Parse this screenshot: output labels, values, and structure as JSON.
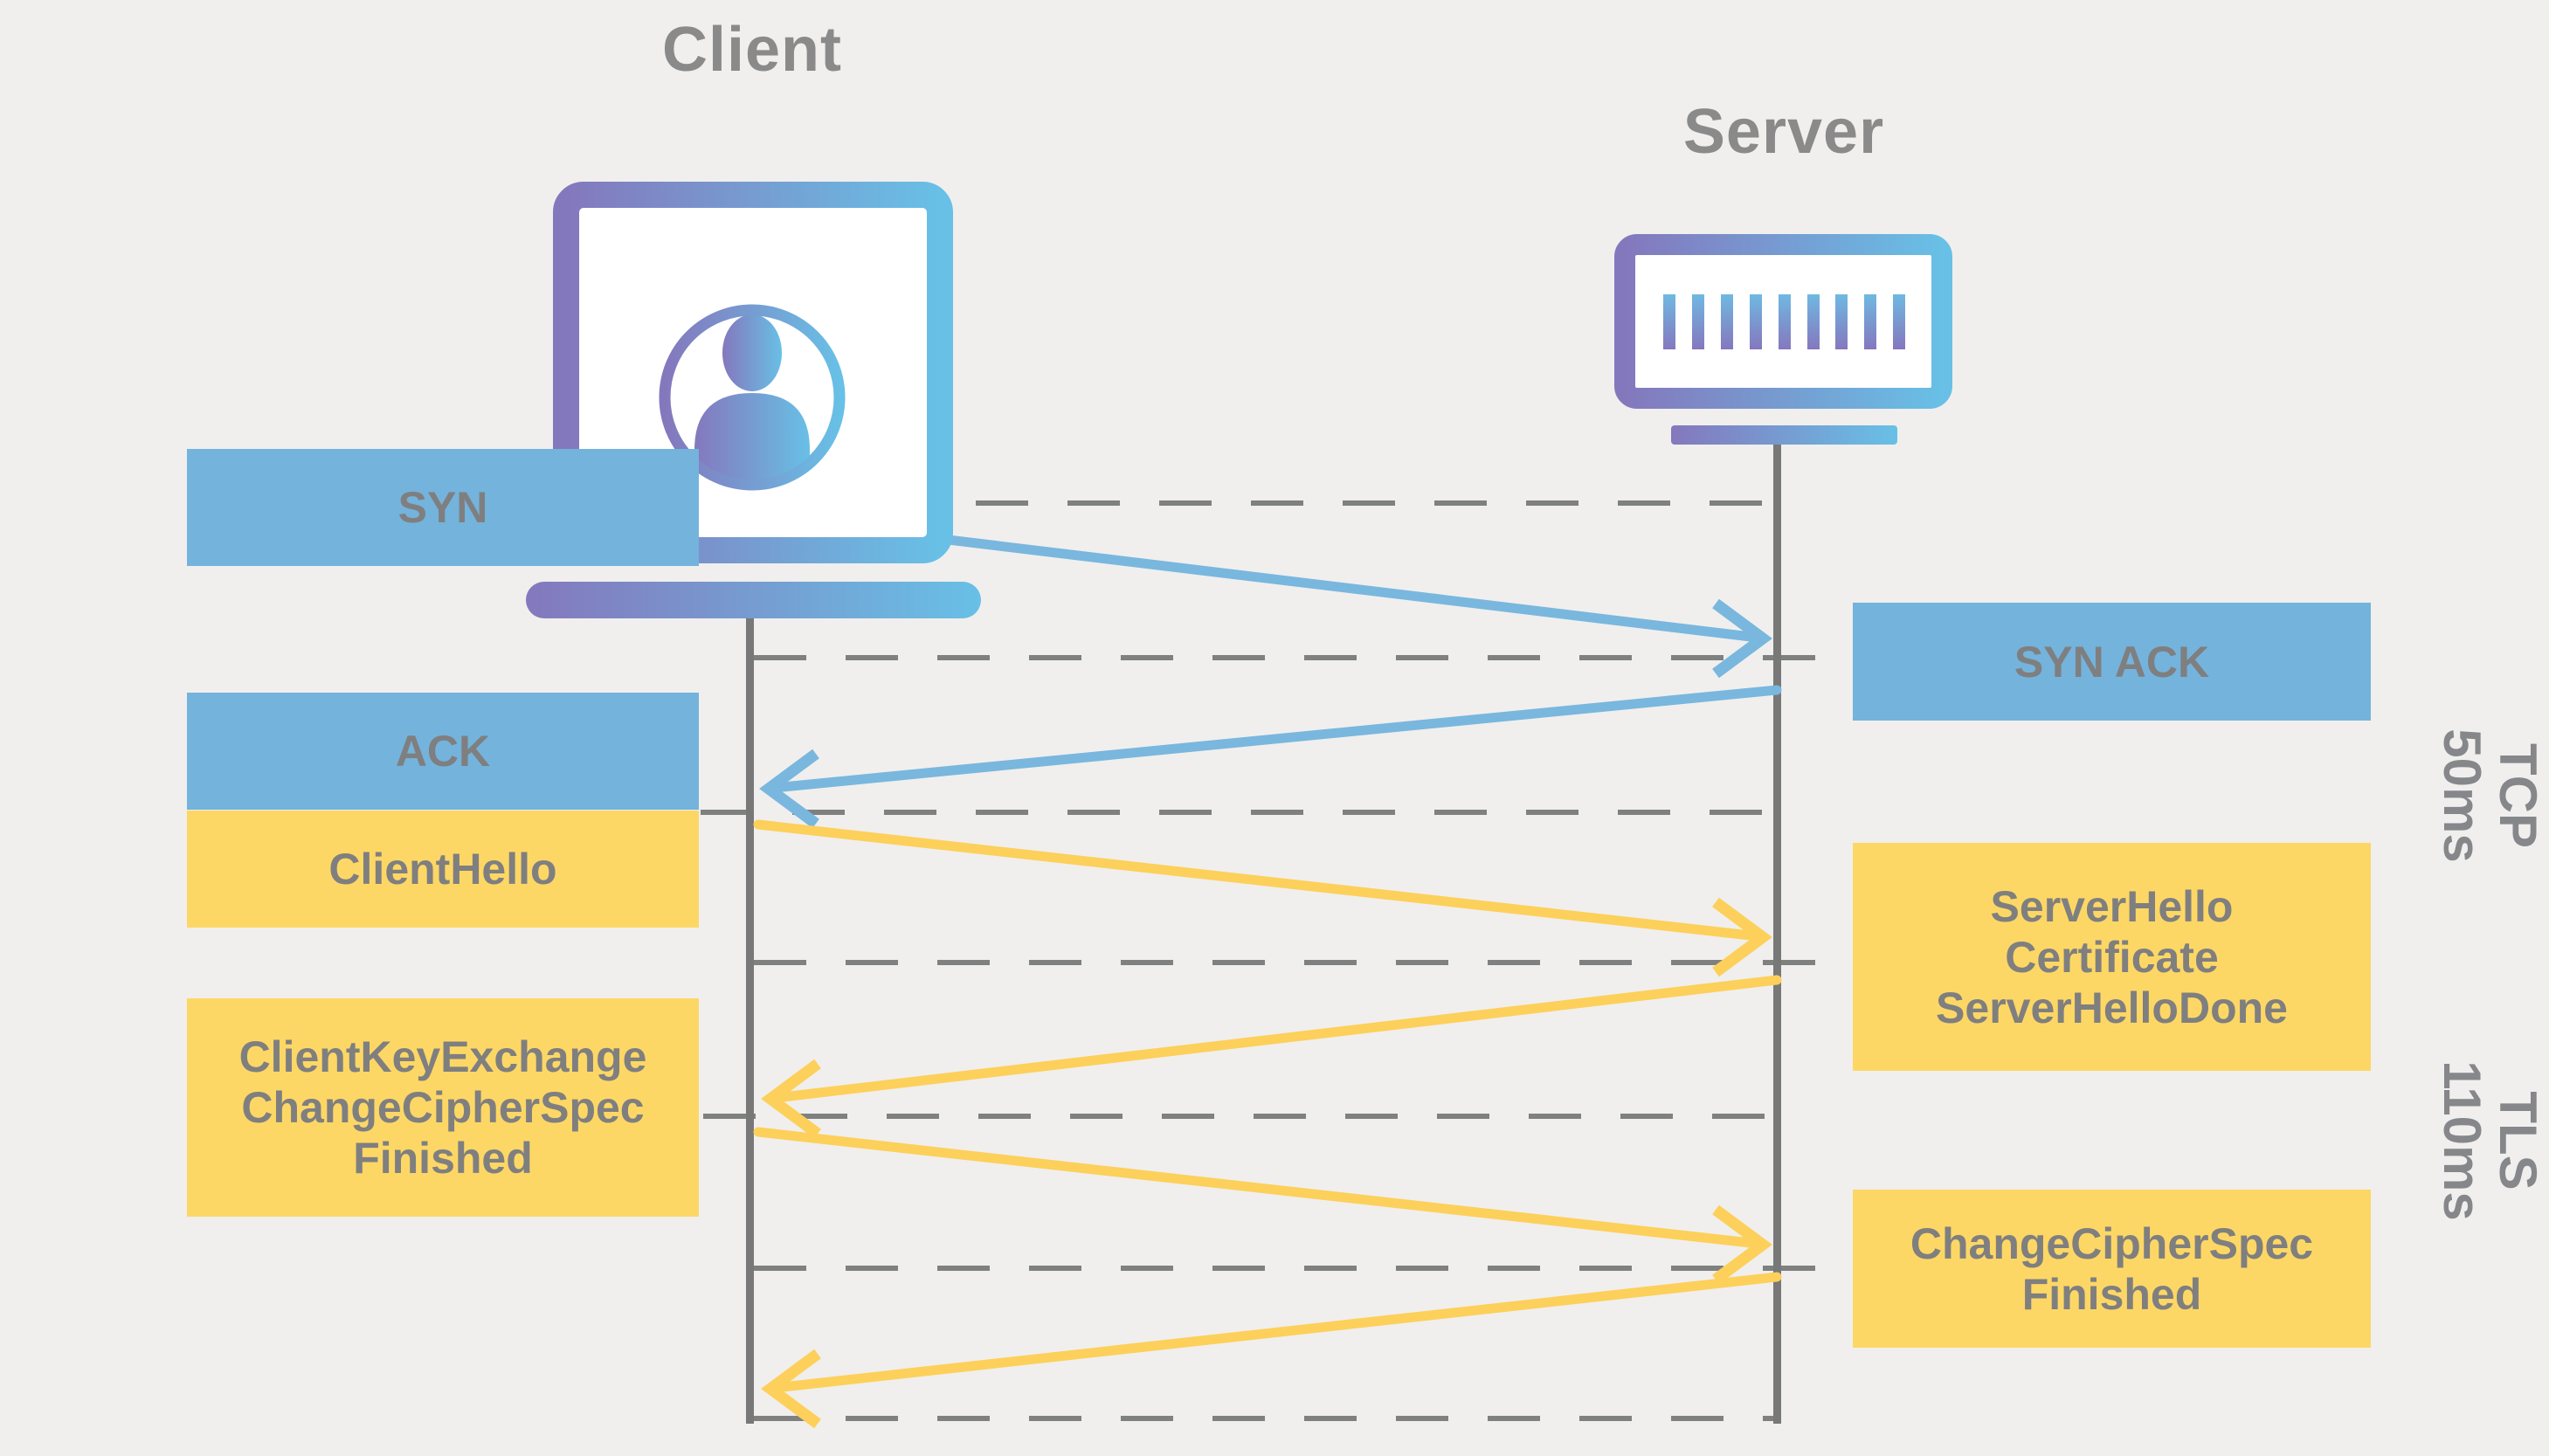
{
  "diagram": {
    "client": {
      "title": "Client"
    },
    "server": {
      "title": "Server"
    },
    "client_messages": [
      {
        "id": "syn",
        "protocol": "tcp",
        "lines": [
          "SYN"
        ]
      },
      {
        "id": "ack",
        "protocol": "tcp",
        "lines": [
          "ACK"
        ]
      },
      {
        "id": "client-hello",
        "protocol": "tls",
        "lines": [
          "ClientHello"
        ]
      },
      {
        "id": "client-key-exchange",
        "protocol": "tls",
        "lines": [
          "ClientKeyExchange",
          "ChangeCipherSpec",
          "Finished"
        ]
      }
    ],
    "server_messages": [
      {
        "id": "syn-ack",
        "protocol": "tcp",
        "lines": [
          "SYN ACK"
        ]
      },
      {
        "id": "server-hello",
        "protocol": "tls",
        "lines": [
          "ServerHello",
          "Certificate",
          "ServerHelloDone"
        ]
      },
      {
        "id": "change-cipher-spec-finished",
        "protocol": "tls",
        "lines": [
          "ChangeCipherSpec",
          "Finished"
        ]
      }
    ],
    "phases": [
      {
        "id": "tcp",
        "protocol": "TCP",
        "duration": "50ms"
      },
      {
        "id": "tls",
        "protocol": "TLS",
        "duration": "110ms"
      }
    ],
    "colors": {
      "background": "#f0efed",
      "tcp_fill": "#74b3dc",
      "tls_fill": "#fdd765",
      "tcp_arrow": "#79b7de",
      "tls_arrow": "#fcd05a",
      "message_text": "#7f7f80",
      "title_text": "#8a8a8a",
      "phase_text": "#85878a",
      "lifeline_grey": "#787878",
      "dash_grey": "#7f8080",
      "icon_gradient_purple": "#8478bd",
      "icon_gradient_blue": "#68c0e6"
    }
  }
}
